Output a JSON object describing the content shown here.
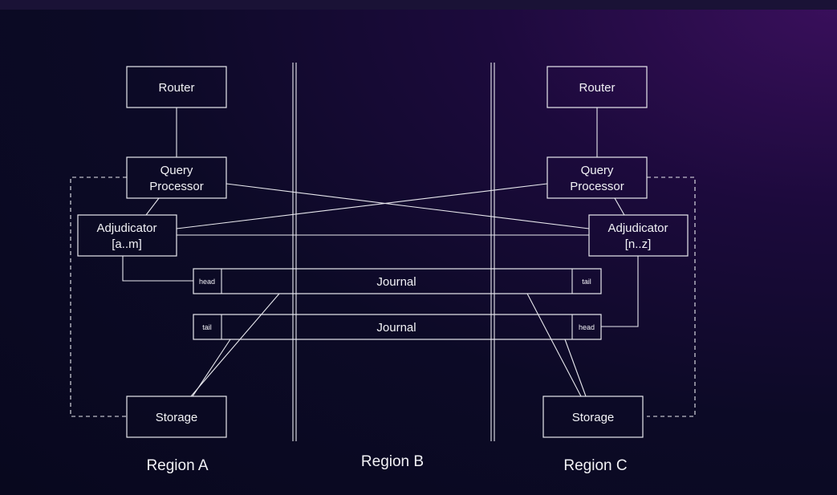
{
  "router_label": "Router",
  "query_processor_line1": "Query",
  "query_processor_line2": "Processor",
  "adjudicator_label": "Adjudicator",
  "adjudicator_a_range": "[a..m]",
  "adjudicator_c_range": "[n..z]",
  "journal_label": "Journal",
  "head_label": "head",
  "tail_label": "tail",
  "storage_label": "Storage",
  "regions": {
    "a": "Region A",
    "b": "Region B",
    "c": "Region C"
  }
}
